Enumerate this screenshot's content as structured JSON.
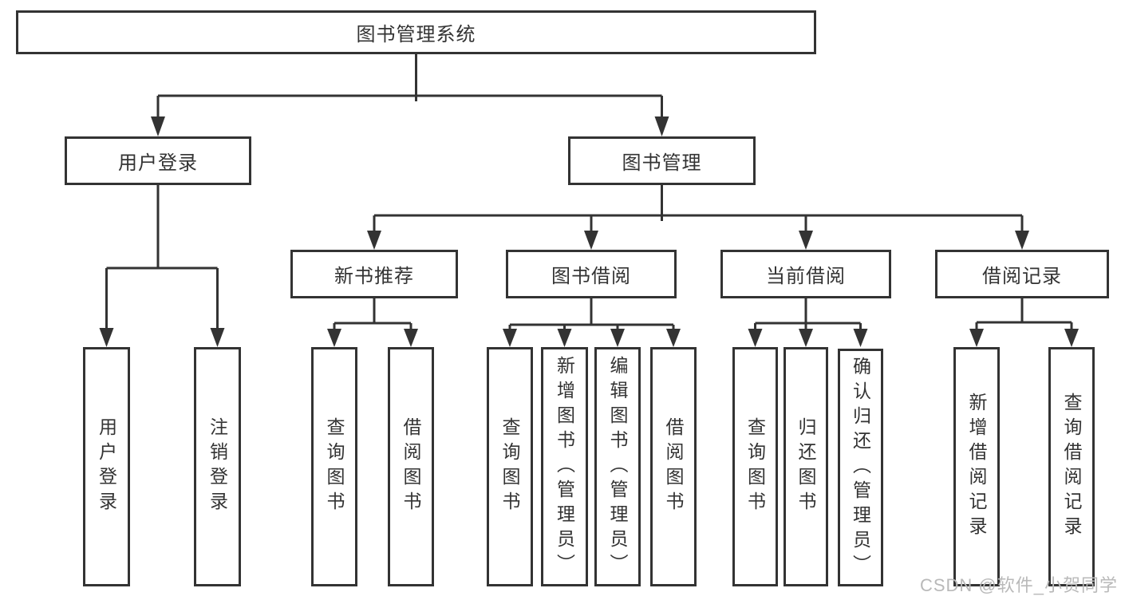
{
  "tree": {
    "root": {
      "label": "图书管理系统"
    },
    "user_login": {
      "label": "用户登录",
      "children": [
        "用户登录",
        "注销登录"
      ]
    },
    "book_mgmt": {
      "label": "图书管理",
      "new_book_recommend": {
        "label": "新书推荐",
        "children": [
          "查询图书",
          "借阅图书"
        ]
      },
      "book_borrow": {
        "label": "图书借阅",
        "children": [
          "查询图书",
          "新增图书（管理员）",
          "编辑图书（管理员）",
          "借阅图书"
        ]
      },
      "current_borrow": {
        "label": "当前借阅",
        "children": [
          "查询图书",
          "归还图书",
          "确认归还（管理员）"
        ]
      },
      "borrow_records": {
        "label": "借阅记录",
        "children": [
          "新增借阅记录",
          "查询借阅记录"
        ]
      }
    }
  },
  "watermark": "CSDN @软件_小贺同学",
  "colors": {
    "line": "#333333",
    "text": "#333333",
    "watermark": "#b9b9b9",
    "background": "#ffffff"
  }
}
